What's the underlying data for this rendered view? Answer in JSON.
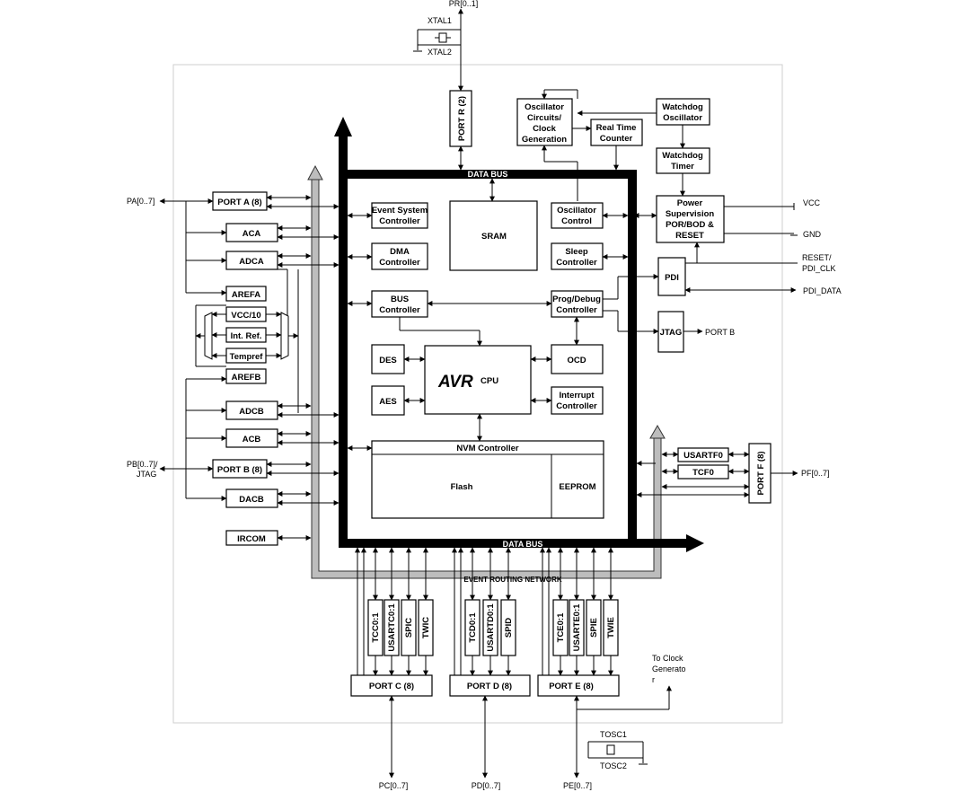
{
  "bus": {
    "data_bus_top": "DATA BUS",
    "data_bus_bottom": "DATA BUS",
    "event_routing": "EVENT ROUTING NETWORK"
  },
  "pins": {
    "pr": "PR[0..1]",
    "xtal1": "XTAL1",
    "xtal2": "XTAL2",
    "pa": "PA[0..7]",
    "pb_line1": "PB[0..7]/",
    "pb_line2": "JTAG",
    "vcc": "VCC",
    "gnd": "GND",
    "reset_line1": "RESET/",
    "reset_line2": "PDI_CLK",
    "pdi_data": "PDI_DATA",
    "port_b_out": "PORT B",
    "pf": "PF[0..7]",
    "pc": "PC[0..7]",
    "pd": "PD[0..7]",
    "pe": "PE[0..7]",
    "tosc1": "TOSC1",
    "tosc2": "TOSC2",
    "to_clock_1": "To Clock",
    "to_clock_2": "Generato",
    "to_clock_3": "r"
  },
  "blocks": {
    "port_r": "PORT R (2)",
    "osc_1": "Oscillator",
    "osc_2": "Circuits/",
    "osc_3": "Clock",
    "osc_4": "Generation",
    "rtc_1": "Real Time",
    "rtc_2": "Counter",
    "wdo_1": "Watchdog",
    "wdo_2": "Oscillator",
    "wdt_1": "Watchdog",
    "wdt_2": "Timer",
    "ps_1": "Power",
    "ps_2": "Supervision",
    "ps_3": "POR/BOD &",
    "ps_4": "RESET",
    "pdi": "PDI",
    "jtag": "JTAG",
    "evsys_1": "Event System",
    "evsys_2": "Controller",
    "sram": "SRAM",
    "oscctrl_1": "Oscillator",
    "oscctrl_2": "Control",
    "dma_1": "DMA",
    "dma_2": "Controller",
    "sleep_1": "Sleep",
    "sleep_2": "Controller",
    "bus_1": "BUS",
    "bus_2": "Controller",
    "prog_1": "Prog/Debug",
    "prog_2": "Controller",
    "des": "DES",
    "aes": "AES",
    "avr": "AVR",
    "cpu": "CPU",
    "ocd": "OCD",
    "irq_1": "Interrupt",
    "irq_2": "Controller",
    "nvm": "NVM Controller",
    "flash": "Flash",
    "eeprom": "EEPROM",
    "port_a": "PORT A (8)",
    "aca": "ACA",
    "adca": "ADCA",
    "arefa": "AREFA",
    "vcc10": "VCC/10",
    "intref": "Int. Ref.",
    "tempref": "Tempref",
    "arefb": "AREFB",
    "adcb": "ADCB",
    "acb": "ACB",
    "port_b": "PORT B (8)",
    "dacb": "DACB",
    "ircom": "IRCOM",
    "usartf0": "USARTF0",
    "tcf0": "TCF0",
    "port_f": "PORT F (8)",
    "port_c": "PORT C (8)",
    "port_d": "PORT D (8)",
    "port_e": "PORT E (8)",
    "tcc": "TCC0:1",
    "usartc": "USARTC0:1",
    "spic": "SPIC",
    "twic": "TWIC",
    "tcd": "TCD0:1",
    "usartd": "USARTD0:1",
    "spid": "SPID",
    "tce": "TCE0:1",
    "usarte": "USARTE0:1",
    "spie": "SPIE",
    "twie": "TWIE"
  }
}
